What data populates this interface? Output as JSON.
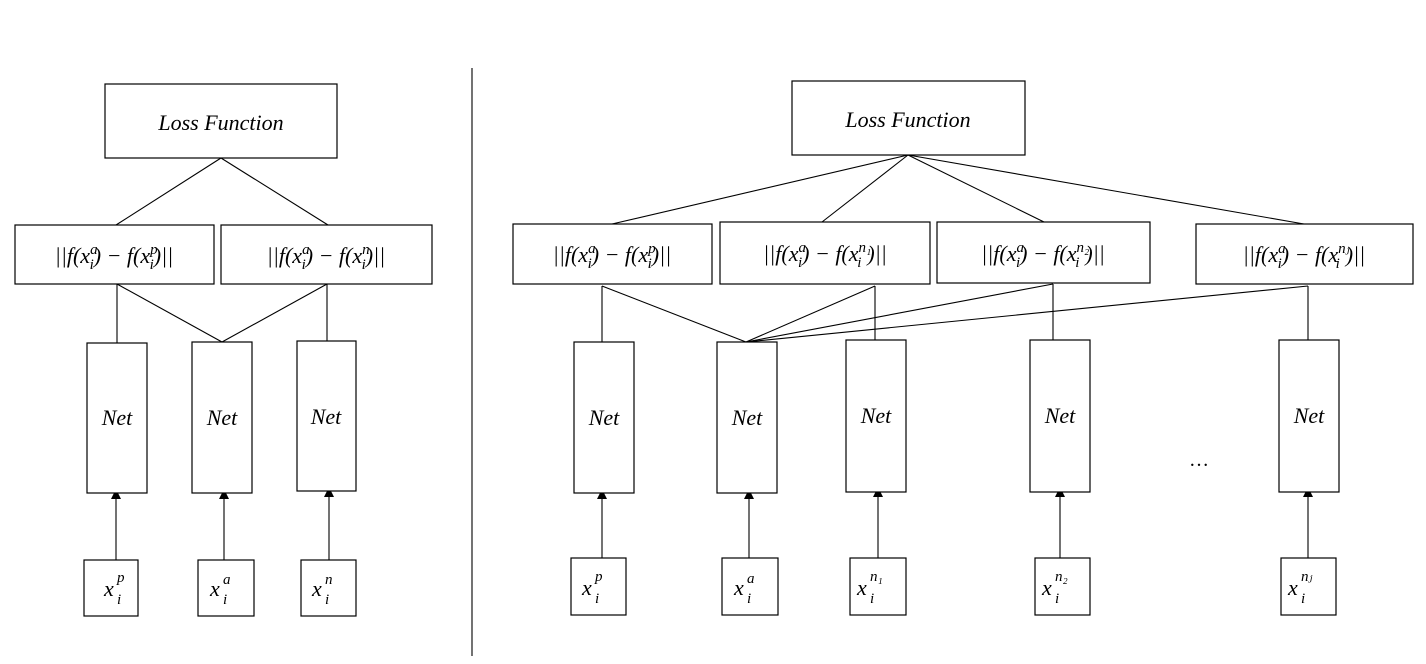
{
  "left_panel": {
    "loss_label": "Loss Function",
    "distances": [
      {
        "pre": "||f(x",
        "a_sup": "a",
        "a_sub": "i",
        "mid": ") − f(x",
        "b_sup": "p",
        "b_sub": "i",
        "post": ")||"
      },
      {
        "pre": "||f(x",
        "a_sup": "a",
        "a_sub": "i",
        "mid": ") − f(x",
        "b_sup": "n",
        "b_sub": "i",
        "post": ")||"
      }
    ],
    "nets": [
      "Net",
      "Net",
      "Net"
    ],
    "inputs": [
      {
        "base": "x",
        "sub": "i",
        "sup": "p"
      },
      {
        "base": "x",
        "sub": "i",
        "sup": "a"
      },
      {
        "base": "x",
        "sub": "i",
        "sup": "n"
      }
    ]
  },
  "right_panel": {
    "loss_label": "Loss Function",
    "distances": [
      {
        "pre": "||f(x",
        "a_sup": "a",
        "a_sub": "i",
        "mid": ") − f(x",
        "b_sup": "p",
        "b_sub": "i",
        "post": ")||"
      },
      {
        "pre": "||f(x",
        "a_sup": "a",
        "a_sub": "i",
        "mid": ") − f(x",
        "b_sup": "n₁",
        "b_sub": "i",
        "post": ")||"
      },
      {
        "pre": "||f(x",
        "a_sup": "a",
        "a_sub": "i",
        "mid": ") − f(x",
        "b_sup": "n₂",
        "b_sub": "i",
        "post": ")||"
      },
      {
        "pre": "||f(x",
        "a_sup": "a",
        "a_sub": "i",
        "mid": ") − f(x",
        "b_sup": "nⱼ",
        "b_sub": "i",
        "post": ")||"
      }
    ],
    "nets": [
      "Net",
      "Net",
      "Net",
      "Net",
      "Net"
    ],
    "ellipsis": "…",
    "inputs": [
      {
        "base": "x",
        "sub": "i",
        "sup": "p"
      },
      {
        "base": "x",
        "sub": "i",
        "sup": "a"
      },
      {
        "base": "x",
        "sub": "i",
        "sup": "n₁"
      },
      {
        "base": "x",
        "sub": "i",
        "sup": "n₂"
      },
      {
        "base": "x",
        "sub": "i",
        "sup": "nⱼ"
      }
    ]
  }
}
